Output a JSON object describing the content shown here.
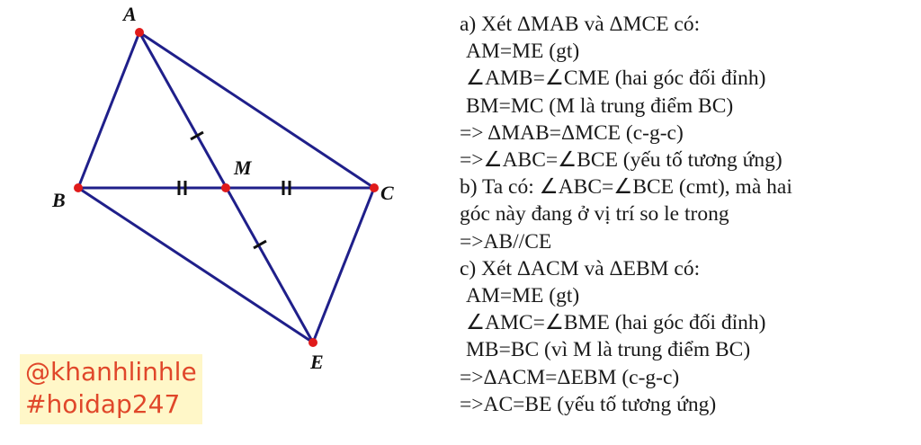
{
  "figure": {
    "points": [
      {
        "id": "A",
        "label": "A"
      },
      {
        "id": "B",
        "label": "B"
      },
      {
        "id": "C",
        "label": "C"
      },
      {
        "id": "M",
        "label": "M"
      },
      {
        "id": "E",
        "label": "E"
      }
    ],
    "colors": {
      "lines": "#1f1f8a",
      "points": "#e01b1b"
    }
  },
  "watermark": {
    "line1": "@khanhlinhle",
    "line2": "#hoidap247"
  },
  "proof": {
    "lines": [
      {
        "text": "a) Xét ΔMAB và ΔMCE có:",
        "indent": false
      },
      {
        "text": "AM=ME (gt)",
        "indent": true
      },
      {
        "text": "∠AMB=∠CME (hai góc đối đỉnh)",
        "indent": true
      },
      {
        "text": "BM=MC (M là trung điểm BC)",
        "indent": true
      },
      {
        "text": "=> ΔMAB=ΔMCE (c-g-c)",
        "indent": false
      },
      {
        "text": "=>∠ABC=∠BCE (yếu tố tương ứng)",
        "indent": false
      },
      {
        "text": "b) Ta có: ∠ABC=∠BCE (cmt), mà hai",
        "indent": false
      },
      {
        "text": "góc này đang ở vị trí so le trong",
        "indent": false
      },
      {
        "text": "=>AB//CE",
        "indent": false
      },
      {
        "text": "c) Xét ΔACM và ΔEBM có:",
        "indent": false
      },
      {
        "text": "AM=ME (gt)",
        "indent": true
      },
      {
        "text": "∠AMC=∠BME (hai góc đối đỉnh)",
        "indent": true
      },
      {
        "text": "MB=BC (vì M là trung điểm BC)",
        "indent": true
      },
      {
        "text": "=>ΔACM=ΔEBM (c-g-c)",
        "indent": false
      },
      {
        "text": "=>AC=BE (yếu tố tương ứng)",
        "indent": false
      }
    ]
  }
}
